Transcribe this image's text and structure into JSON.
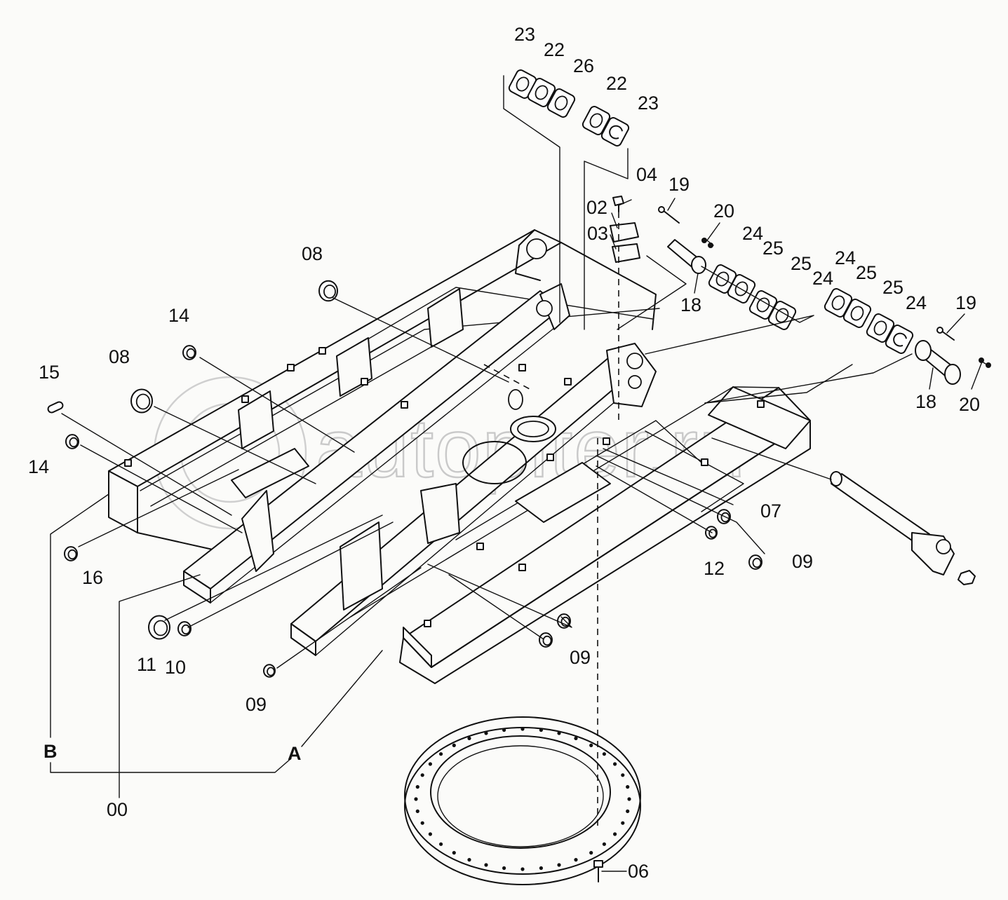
{
  "diagram": {
    "watermark": "autopiter.ru",
    "callouts": [
      {
        "id": "c23a",
        "label": "23"
      },
      {
        "id": "c22a",
        "label": "22"
      },
      {
        "id": "c26",
        "label": "26"
      },
      {
        "id": "c22b",
        "label": "22"
      },
      {
        "id": "c23b",
        "label": "23"
      },
      {
        "id": "c04",
        "label": "04"
      },
      {
        "id": "c19a",
        "label": "19"
      },
      {
        "id": "c02",
        "label": "02"
      },
      {
        "id": "c20a",
        "label": "20"
      },
      {
        "id": "c03",
        "label": "03"
      },
      {
        "id": "c24a",
        "label": "24"
      },
      {
        "id": "c25a",
        "label": "25"
      },
      {
        "id": "c25b",
        "label": "25"
      },
      {
        "id": "c24b",
        "label": "24"
      },
      {
        "id": "c24c",
        "label": "24"
      },
      {
        "id": "c25c",
        "label": "25"
      },
      {
        "id": "c25d",
        "label": "25"
      },
      {
        "id": "c24d",
        "label": "24"
      },
      {
        "id": "c19b",
        "label": "19"
      },
      {
        "id": "c18a",
        "label": "18"
      },
      {
        "id": "c18b",
        "label": "18"
      },
      {
        "id": "c20b",
        "label": "20"
      },
      {
        "id": "c08a",
        "label": "08"
      },
      {
        "id": "c14a",
        "label": "14"
      },
      {
        "id": "c08b",
        "label": "08"
      },
      {
        "id": "c15",
        "label": "15"
      },
      {
        "id": "c14b",
        "label": "14"
      },
      {
        "id": "c16",
        "label": "16"
      },
      {
        "id": "c07",
        "label": "07"
      },
      {
        "id": "c12",
        "label": "12"
      },
      {
        "id": "c09a",
        "label": "09"
      },
      {
        "id": "c09b",
        "label": "09"
      },
      {
        "id": "c11",
        "label": "11"
      },
      {
        "id": "c10",
        "label": "10"
      },
      {
        "id": "c09c",
        "label": "09"
      },
      {
        "id": "c00",
        "label": "00"
      },
      {
        "id": "c06",
        "label": "06"
      }
    ],
    "letters": [
      {
        "id": "lb",
        "label": "B"
      },
      {
        "id": "la",
        "label": "A"
      }
    ]
  }
}
